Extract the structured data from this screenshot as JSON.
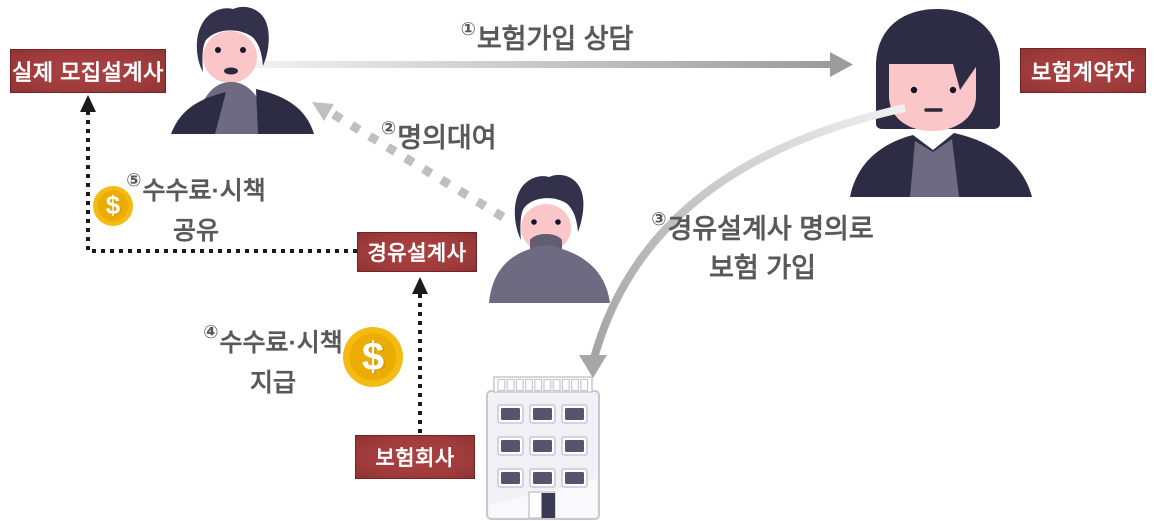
{
  "diagram": {
    "entities": {
      "actual_agent": "실제 모집설계사",
      "policyholder": "보험계약자",
      "via_agent": "경유설계사",
      "insurer": "보험회사"
    },
    "steps": [
      {
        "no": "①",
        "line1": "보험가입 상담",
        "line2": ""
      },
      {
        "no": "②",
        "line1": "명의대여",
        "line2": ""
      },
      {
        "no": "③",
        "line1": "경유설계사 명의로",
        "line2": "보험 가입"
      },
      {
        "no": "④",
        "line1": "수수료·시책",
        "line2": "지급"
      },
      {
        "no": "⑤",
        "line1": "수수료·시책",
        "line2": "공유"
      }
    ],
    "coin": {
      "symbol": "$"
    },
    "icons": {
      "coin": "dollar-coin",
      "building": "insurance-company-building",
      "person_left": "male-agent",
      "person_middle": "male-via-agent",
      "person_right": "female-policyholder"
    },
    "colors": {
      "label_bg": "#A23C3C",
      "label_text": "#FFFFFF",
      "step_text": "#595959",
      "solid_arrow": "#9C9C9C",
      "dashed_arrow": "#BFBFBF",
      "dotted_arrow": "#1A1A1A",
      "coin_gold": "#F4BC12",
      "coin_gold_dark": "#EBAC04",
      "person_dark": "#312F48",
      "person_skin": "#FAC6C8",
      "person_shirt": "#6D6A81",
      "building_fill": "#F2F1F5",
      "building_stroke": "#C9C8D2",
      "window_fill": "#56546D"
    }
  }
}
